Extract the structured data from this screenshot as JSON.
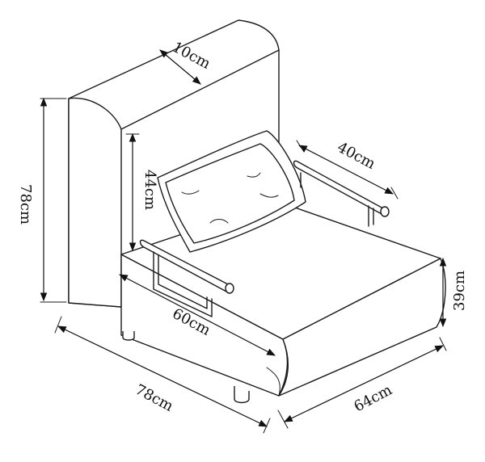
{
  "dimensions": {
    "backrest_thickness": "10cm",
    "armrest_length": "40cm",
    "backrest_height": "44cm",
    "total_height": "78cm",
    "seat_height": "39cm",
    "seat_depth": "60cm",
    "total_length": "78cm",
    "width": "64cm"
  },
  "colors": {
    "line": "#1a1a1a",
    "background": "#ffffff"
  }
}
